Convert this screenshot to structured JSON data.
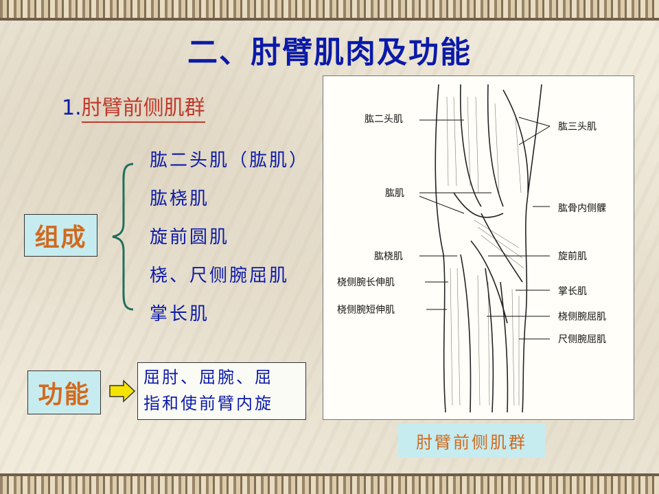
{
  "slide": {
    "title": "二、肘臂肌肉及功能",
    "subtitle_number": "1.",
    "subtitle_text": "肘臂前侧肌群"
  },
  "composition": {
    "label": "组成",
    "items": [
      "肱二头肌（肱肌）",
      "肱桡肌",
      "旋前圆肌",
      "桡、尺侧腕屈肌",
      "掌长肌"
    ]
  },
  "function": {
    "label": "功能",
    "line1": "屈肘、屈腕、屈",
    "line2": "指和使前臂内旋"
  },
  "figure": {
    "caption": "肘臂前侧肌群",
    "labels_left": [
      "肱二头肌",
      "肱肌",
      "肱桡肌",
      "桡侧腕长伸肌",
      "桡侧腕短伸肌"
    ],
    "labels_right": [
      "肱三头肌",
      "肱骨内侧髁",
      "旋前肌",
      "掌长肌",
      "桡侧腕屈肌",
      "尺侧腕屈肌"
    ]
  },
  "colors": {
    "title": "#0b1aa8",
    "accent_orange": "#d2691e",
    "box_fill": "#c6ecef",
    "brace": "#1f6f5c",
    "arrow": "#f5e400"
  }
}
